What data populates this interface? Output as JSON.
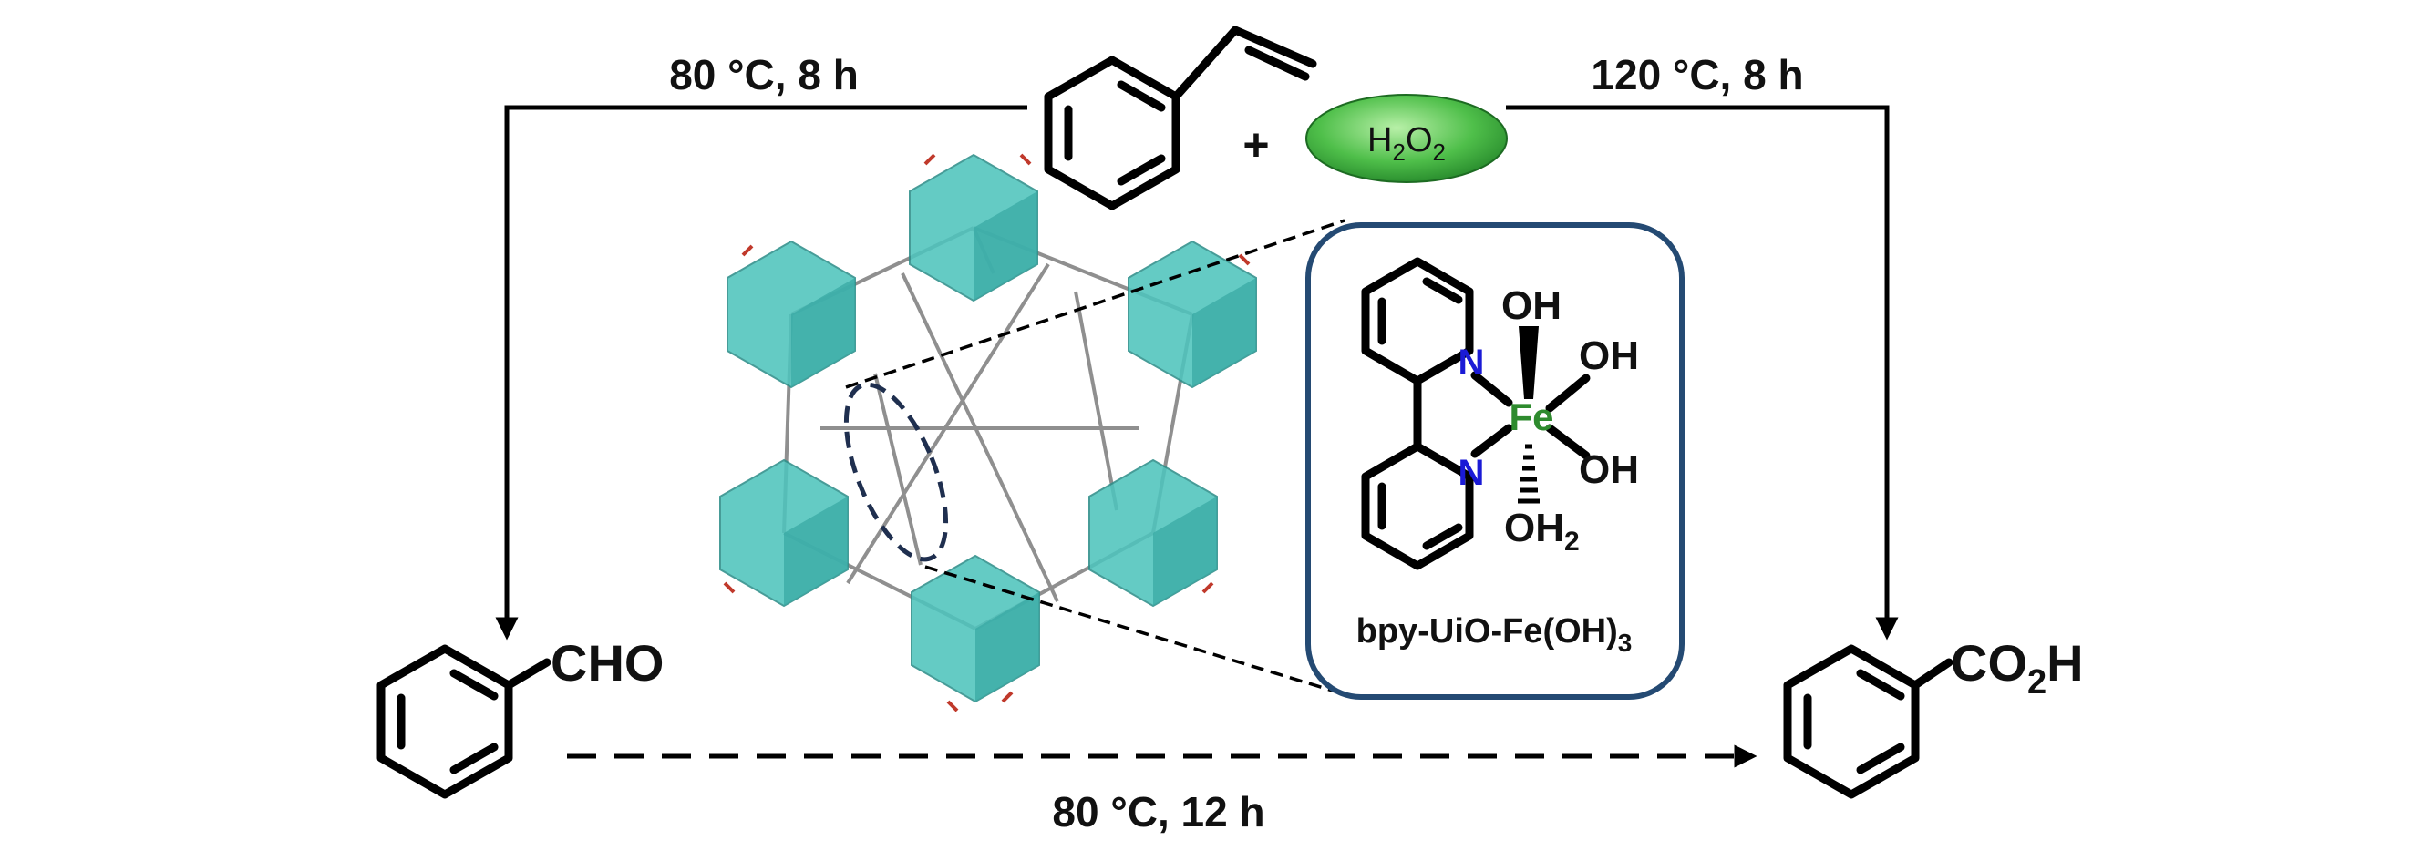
{
  "conditions": {
    "left": "80 °C, 8 h",
    "right": "120 °C, 8 h",
    "bottom": "80 °C, 12 h"
  },
  "reagents": {
    "plus": "+",
    "oxidant": {
      "H": "H",
      "sub1": "2",
      "O": "O",
      "sub2": "2"
    }
  },
  "products": {
    "left_group": "CHO",
    "right_group": {
      "main": "CO",
      "sub": "2",
      "tail": "H"
    }
  },
  "catalyst": {
    "N_top": "N",
    "N_bottom": "N",
    "metal": "Fe",
    "ligand_oh_top": "OH",
    "ligand_oh_right_upper": "OH",
    "ligand_oh_right_lower": "OH",
    "ligand_oh2": {
      "main": "OH",
      "sub": "2"
    },
    "label": {
      "main": "bpy-UiO-Fe(OH)",
      "sub": "3"
    }
  },
  "colors": {
    "cluster_teal": "#4fc4bd",
    "oxidant_green": "#2f9d3a",
    "panel_border": "#244a73",
    "nitrogen_blue": "#1a1ad6",
    "iron_green": "#2e8b2e"
  }
}
